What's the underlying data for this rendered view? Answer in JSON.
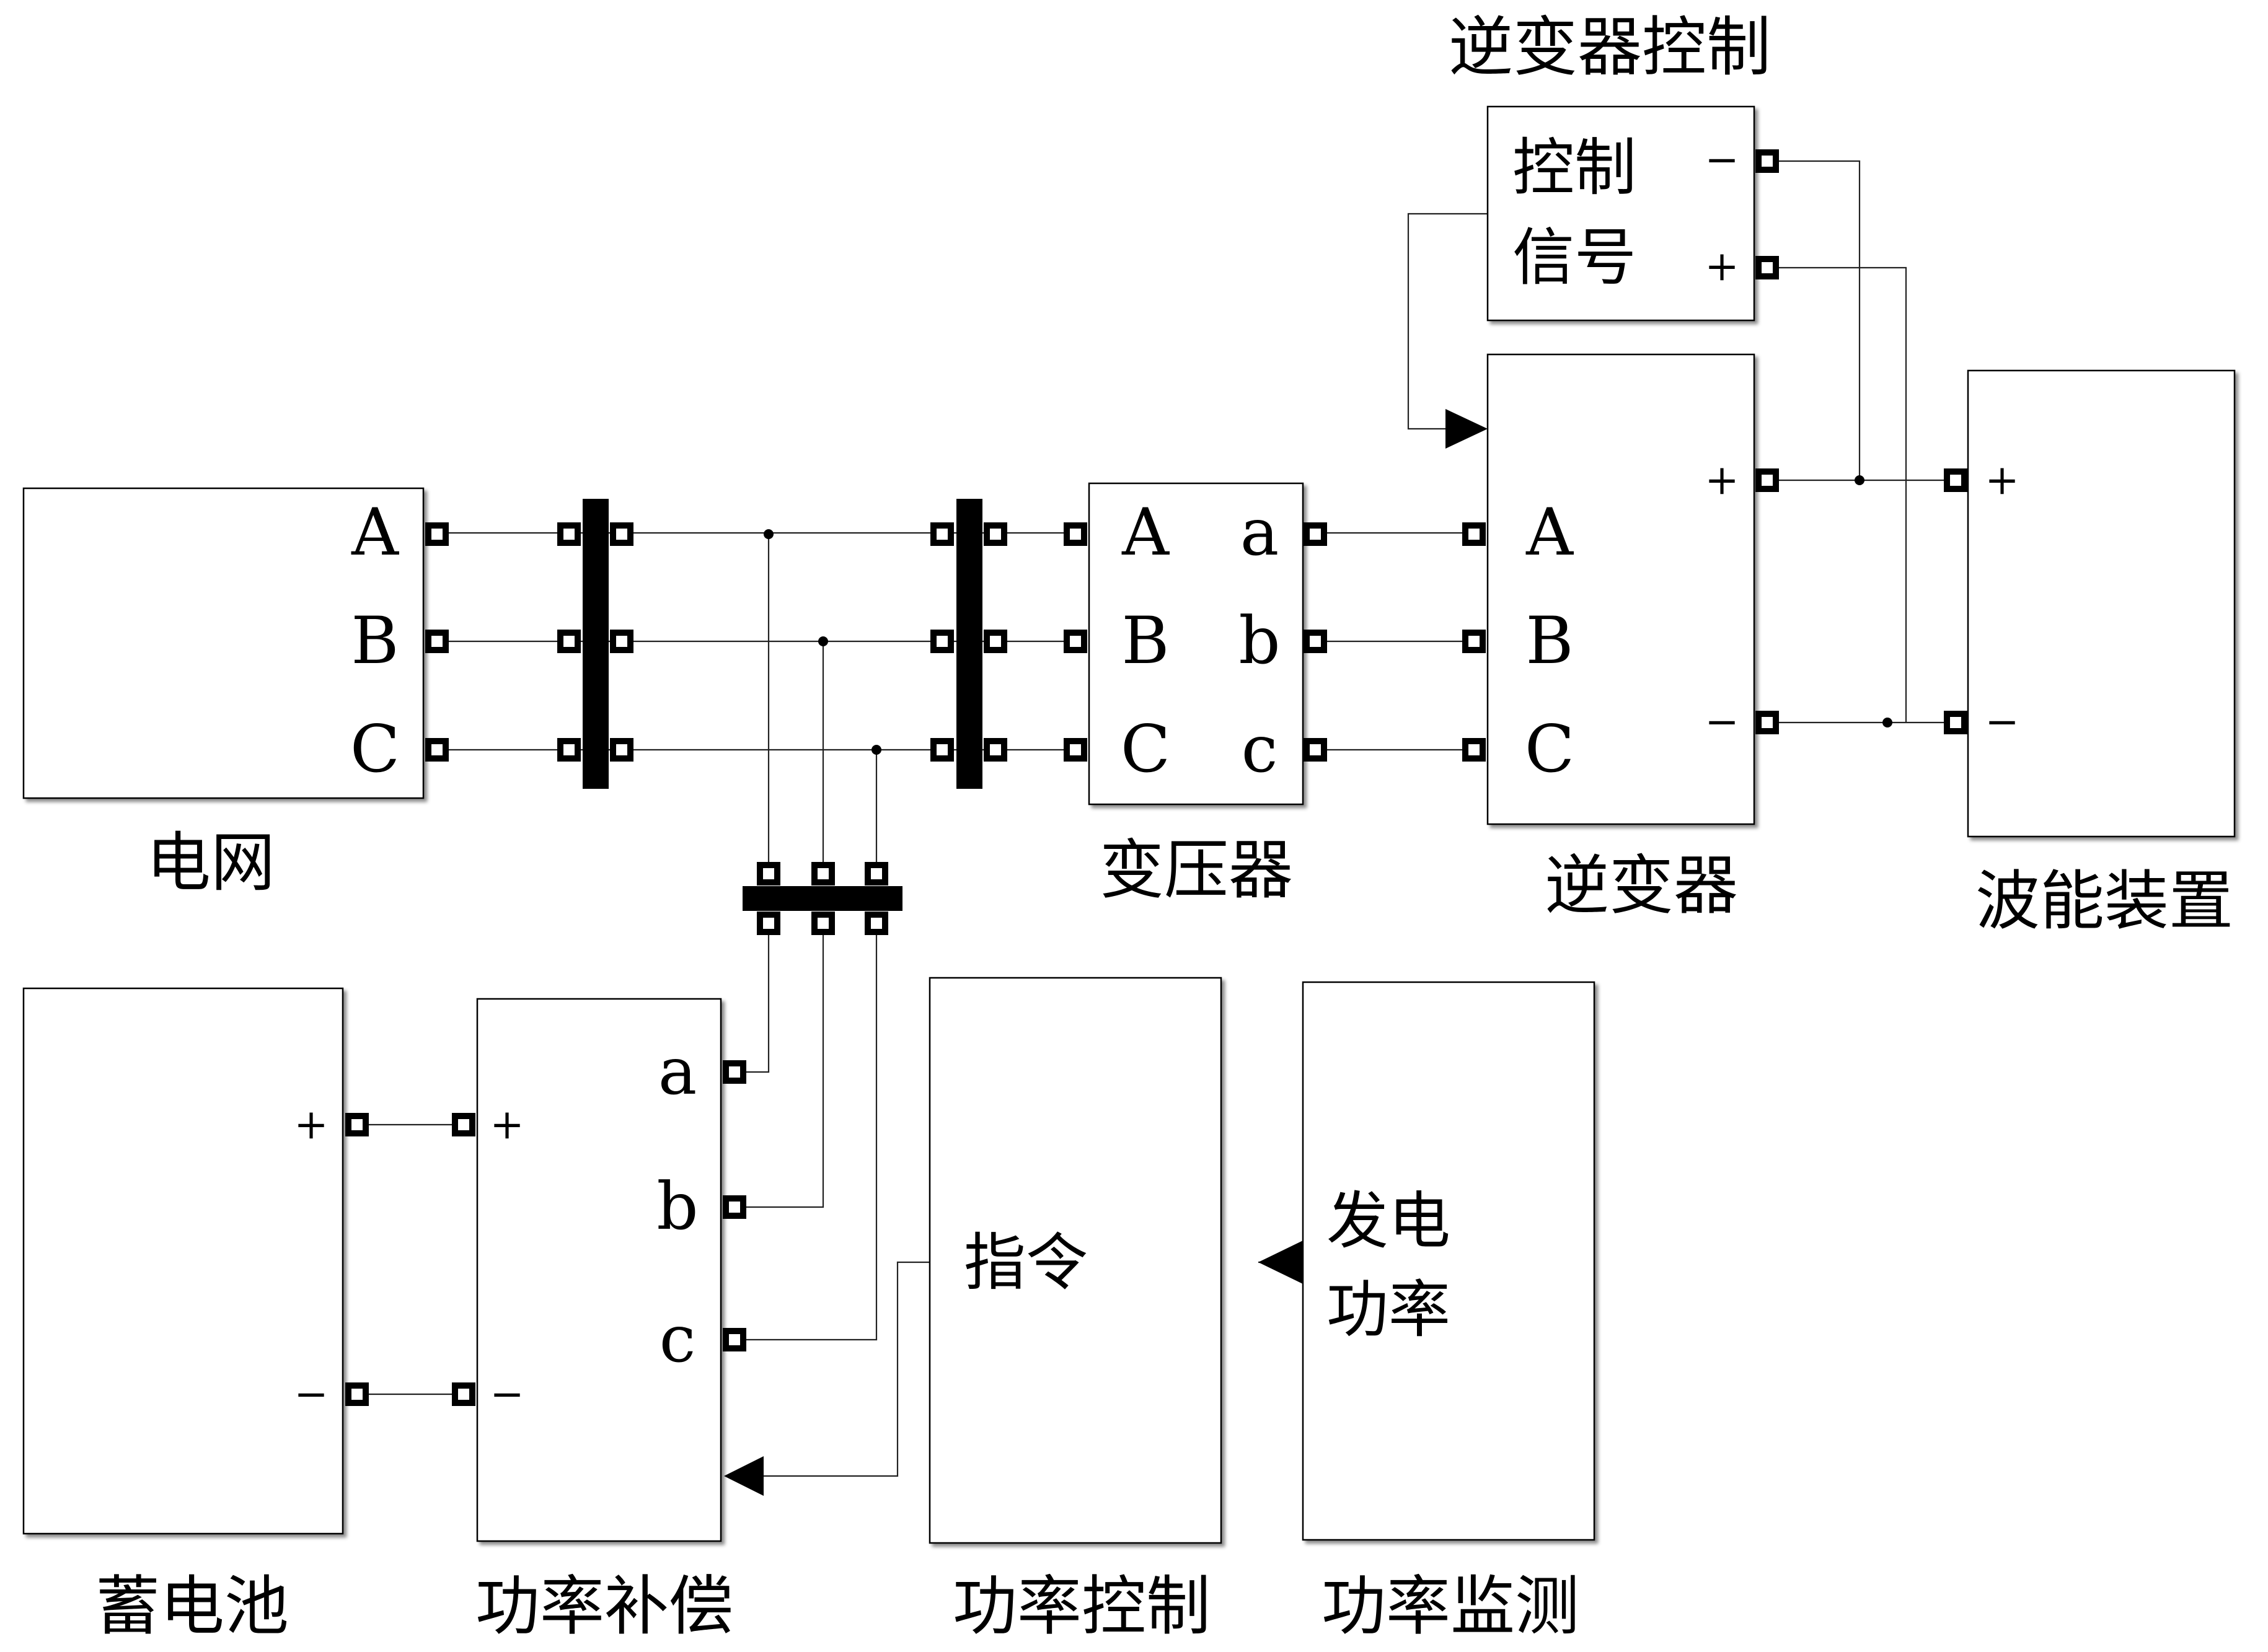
{
  "blocks": {
    "grid": {
      "caption": "电网",
      "ports": [
        "A",
        "B",
        "C"
      ]
    },
    "transformer": {
      "caption": "变压器",
      "ports_left": [
        "A",
        "B",
        "C"
      ],
      "ports_right": [
        "a",
        "b",
        "c"
      ]
    },
    "inverter": {
      "caption": "逆变器",
      "ports_left": [
        "A",
        "B",
        "C"
      ],
      "plus": "+",
      "minus": "−"
    },
    "inverter_control": {
      "caption": "逆变器控制",
      "lines": [
        "控制",
        "信号"
      ],
      "minus": "−",
      "plus": "+"
    },
    "wave_device": {
      "caption": "波能装置",
      "plus": "+",
      "minus": "−"
    },
    "battery": {
      "caption": "蓄电池",
      "plus": "+",
      "minus": "−"
    },
    "compensation": {
      "caption": "功率补偿",
      "plus": "+",
      "minus": "−",
      "ports_right": [
        "a",
        "b",
        "c"
      ]
    },
    "power_control": {
      "caption": "功率控制",
      "text": "指令"
    },
    "power_monitor": {
      "caption": "功率监测",
      "lines": [
        "发电",
        "功率"
      ]
    }
  }
}
